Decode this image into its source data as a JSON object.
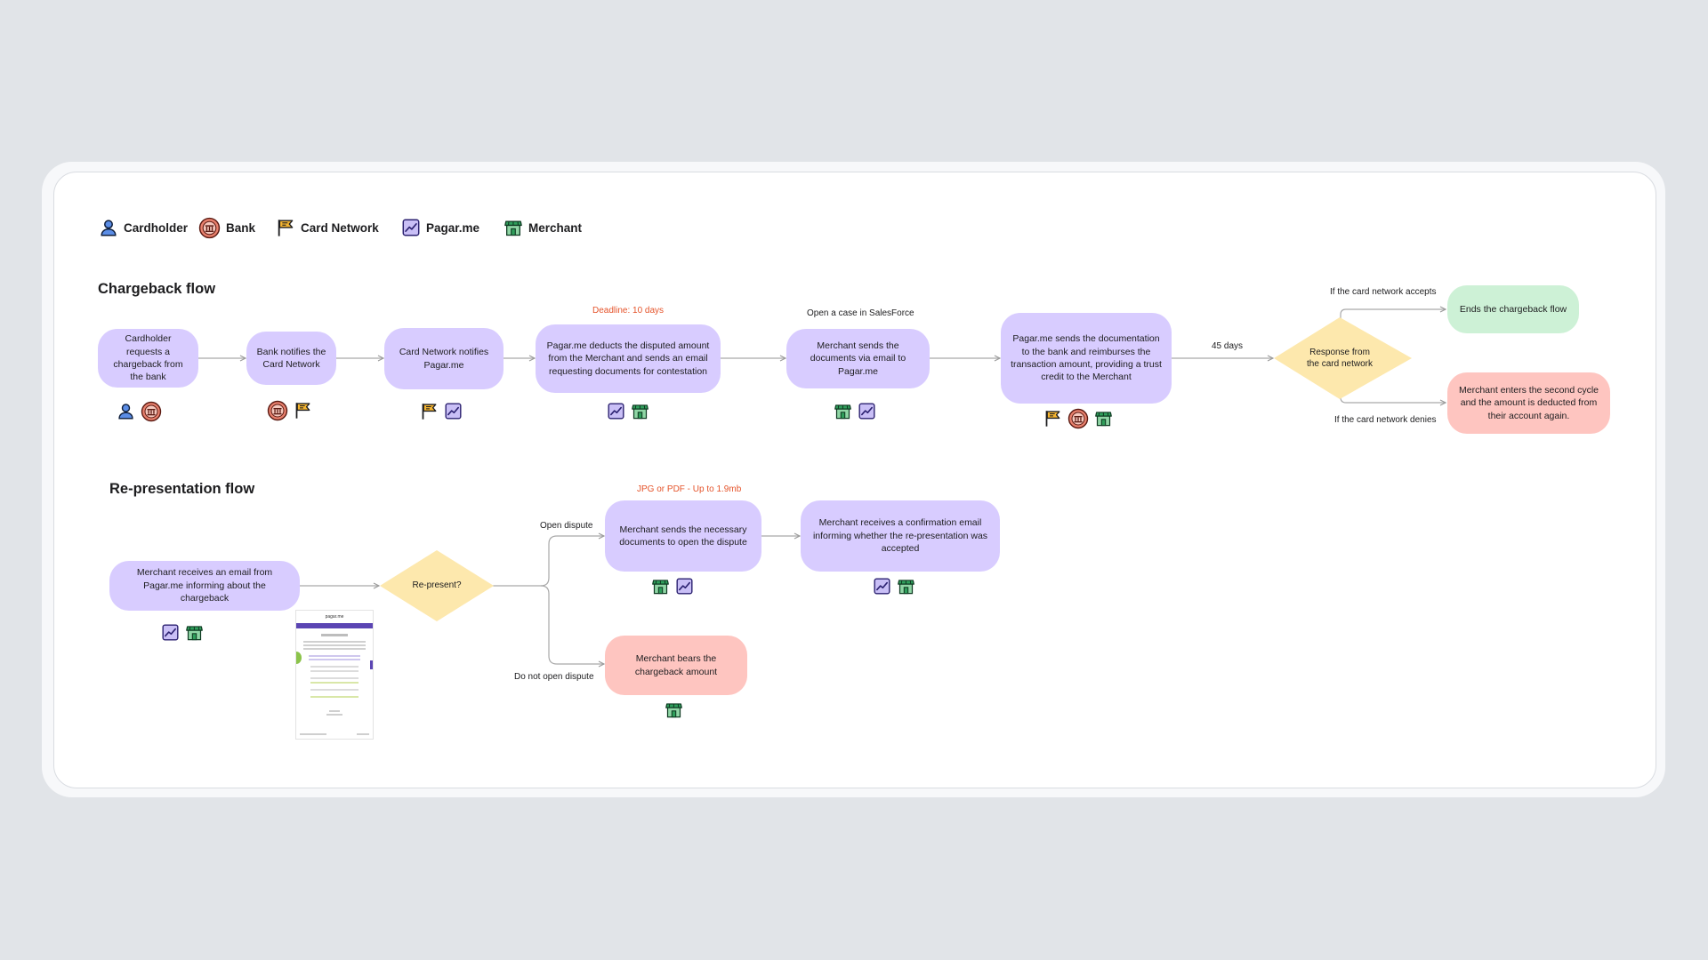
{
  "legend": {
    "cardholder": "Cardholder",
    "bank": "Bank",
    "card_network": "Card Network",
    "pagarme": "Pagar.me",
    "merchant": "Merchant"
  },
  "colors": {
    "node_purple": "#d8ccff",
    "node_green": "#cdf1d6",
    "node_red": "#fec5c0",
    "diamond_yellow": "#fde8ad",
    "annotation_orange": "#e5542b",
    "cardholder": "#4a7bd6",
    "bank": "#e0705e",
    "card_network": "#f2b632",
    "pagarme": "#7b68d9",
    "merchant": "#1f8a4c"
  },
  "chargeback": {
    "title": "Chargeback flow",
    "step1": "Cardholder requests a chargeback from the bank",
    "step2": "Bank notifies the Card Network",
    "step3": "Card Network notifies Pagar.me",
    "step4": "Pagar.me deducts the disputed amount from the Merchant and sends an email requesting documents for contestation",
    "step4_note": "Deadline: 10 days",
    "step5": "Merchant sends the documents via email to Pagar.me",
    "step5_note": "Open a case in SalesForce",
    "step6": "Pagar.me sends the documentation to the bank and reimburses the transaction amount, providing a trust credit to the Merchant",
    "arrow_label": "45 days",
    "decision": "Response from the card network",
    "accept_label": "If the card network accepts",
    "deny_label": "If the card network denies",
    "accept_result": "Ends the chargeback flow",
    "deny_result": "Merchant enters the second cycle and the amount is deducted from their account again."
  },
  "representation": {
    "title": "Re-presentation flow",
    "start": "Merchant receives an email from Pagar.me informing about the chargeback",
    "decision": "Re-present?",
    "open_label": "Open dispute",
    "no_open_label": "Do not open dispute",
    "send_docs": "Merchant sends the necessary documents to open the dispute",
    "send_docs_note": "JPG or PDF - Up to 1.9mb",
    "confirmation": "Merchant receives a confirmation email informing whether the re-presentation was accepted",
    "bears": "Merchant bears the chargeback amount"
  },
  "email_preview": {
    "brand": "pagar.me"
  }
}
